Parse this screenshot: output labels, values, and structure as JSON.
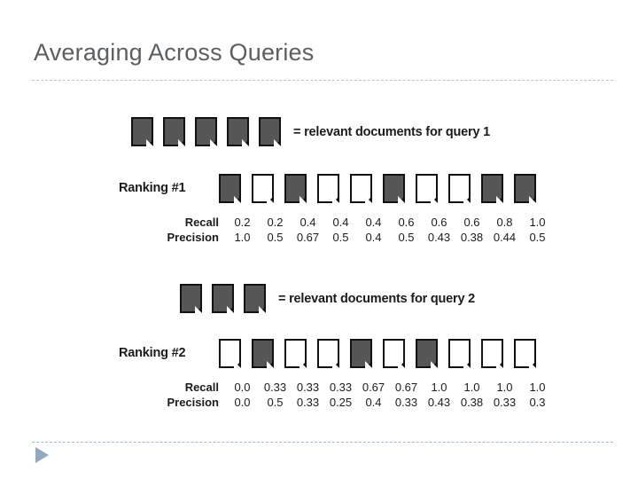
{
  "slide": {
    "title": "Averaging Across Queries",
    "title_color": "#5a5f63",
    "divider_color": "#b9c4cc",
    "arrow_color": "#8fa9c4",
    "doc_filled_color": "#565656",
    "doc_empty_color": "#ffffff",
    "doc_border_color": "#111111"
  },
  "legends": [
    {
      "id": "query-1",
      "doc_count": 5,
      "label": "= relevant documents for query 1"
    },
    {
      "id": "query-2",
      "doc_count": 3,
      "label": "= relevant documents for query 2"
    }
  ],
  "rankings": [
    {
      "id": "ranking-1",
      "label": "Ranking #1",
      "docs": [
        "filled",
        "empty",
        "filled",
        "empty",
        "empty",
        "filled",
        "empty",
        "empty",
        "filled",
        "filled"
      ],
      "metrics": [
        {
          "name": "Recall",
          "values": [
            "0.2",
            "0.2",
            "0.4",
            "0.4",
            "0.4",
            "0.6",
            "0.6",
            "0.6",
            "0.8",
            "1.0"
          ]
        },
        {
          "name": "Precision",
          "values": [
            "1.0",
            "0.5",
            "0.67",
            "0.5",
            "0.4",
            "0.5",
            "0.43",
            "0.38",
            "0.44",
            "0.5"
          ]
        }
      ]
    },
    {
      "id": "ranking-2",
      "label": "Ranking #2",
      "docs": [
        "empty",
        "filled",
        "empty",
        "empty",
        "filled",
        "empty",
        "filled",
        "empty",
        "empty",
        "empty"
      ],
      "metrics": [
        {
          "name": "Recall",
          "values": [
            "0.0",
            "0.33",
            "0.33",
            "0.33",
            "0.67",
            "0.67",
            "1.0",
            "1.0",
            "1.0",
            "1.0"
          ]
        },
        {
          "name": "Precision",
          "values": [
            "0.0",
            "0.5",
            "0.33",
            "0.25",
            "0.4",
            "0.33",
            "0.43",
            "0.38",
            "0.33",
            "0.3"
          ]
        }
      ]
    }
  ]
}
